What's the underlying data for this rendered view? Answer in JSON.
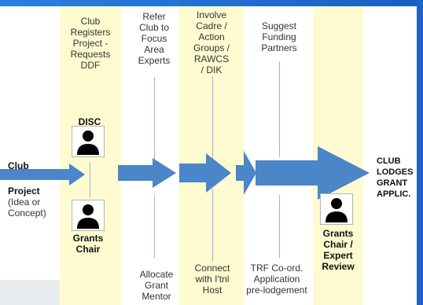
{
  "colors": {
    "frame_blue": "#1f6fce",
    "arrow_blue": "#4a86c8",
    "highlight_yellow": "#fffbd0",
    "connector": "#9db3d6"
  },
  "steps": {
    "club_registers": "Club\nRegisters\nProject -\nRequests\nDDF",
    "refer_club": "Refer\nClub to\nFocus\nArea\nExperts",
    "involve_cadre": "Involve\nCadre /\nAction\nGroups /\nRAWCS\n/ DIK",
    "suggest_funding": "Suggest\nFunding\nPartners",
    "allocate_mentor": "Allocate\nGrant\nMentor",
    "connect_host": "Connect\nwith I'tnl\nHost",
    "trf_coord": "TRF Co-ord.\nApplication\npre-lodgement"
  },
  "roles": {
    "disc": "DISC",
    "grants_chair": "Grants\nChair",
    "grants_chair_expert": "Grants\nChair /\nExpert\nReview"
  },
  "start": {
    "club": "Club",
    "project": "Project",
    "idea": "(Idea or\nConcept)"
  },
  "end": {
    "club_lodges": "CLUB\nLODGES\nGRANT\nAPPLIC."
  },
  "icons": [
    "person-icon"
  ]
}
